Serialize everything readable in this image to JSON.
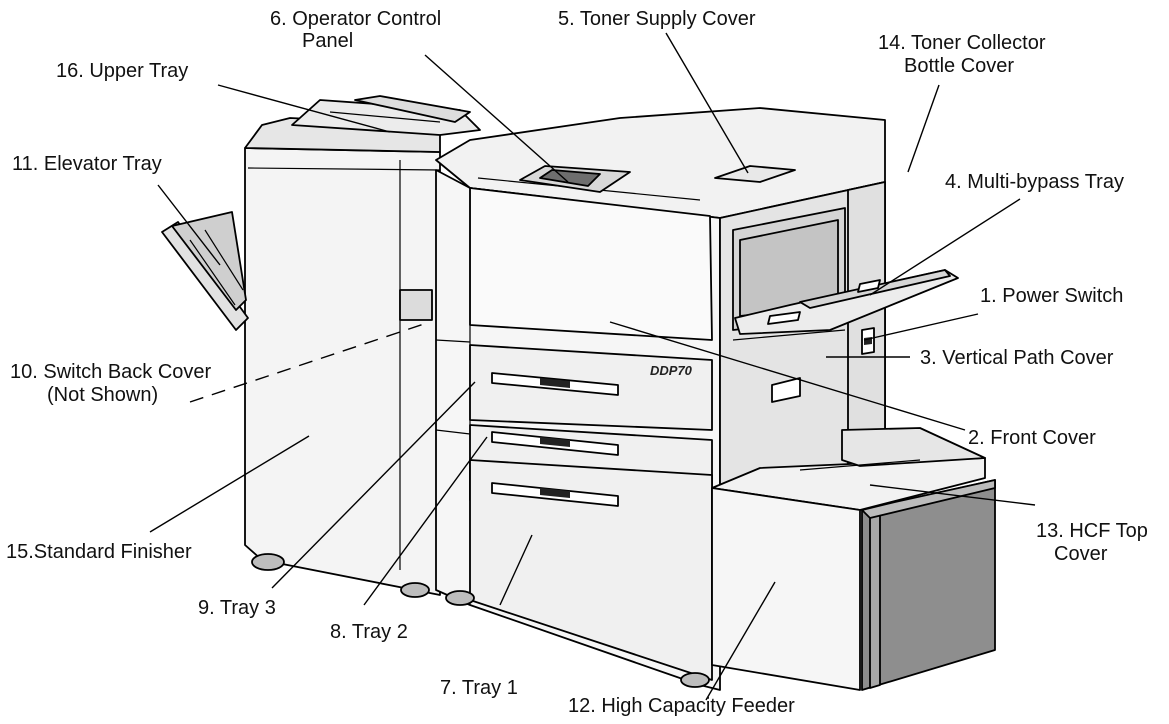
{
  "labels": {
    "power_switch": "1. Power Switch",
    "front_cover": "2. Front Cover",
    "vertical_path_cover": "3. Vertical Path Cover",
    "multi_bypass_tray": "4. Multi-bypass Tray",
    "toner_supply_cover": "5. Toner Supply Cover",
    "operator_panel_l1": "6. Operator Control",
    "operator_panel_l2": "Panel",
    "tray_1": "7. Tray 1",
    "tray_2": "8. Tray 2",
    "tray_3": "9. Tray 3",
    "switch_back_l1": "10. Switch Back Cover",
    "switch_back_l2": "(Not Shown)",
    "elevator_tray": "11. Elevator Tray",
    "hcf": "12. High Capacity Feeder",
    "hcf_top_l1": "13. HCF Top",
    "hcf_top_l2": "Cover",
    "toner_collector_l1": "14. Toner Collector",
    "toner_collector_l2": "Bottle Cover",
    "finisher": "15.Standard Finisher",
    "upper_tray": "16. Upper Tray"
  },
  "badge": "DDP70",
  "colors": {
    "line": "#000000",
    "body": "#f4f4f4",
    "shade": "#dedede",
    "dark": "#8e8e8e"
  }
}
